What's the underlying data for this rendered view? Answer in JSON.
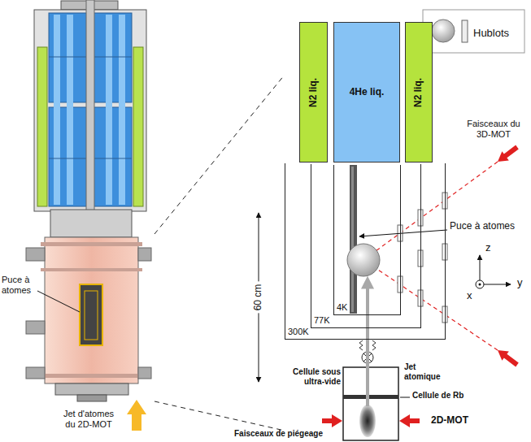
{
  "diagram": {
    "nodes": [
      {
        "text": [
          "N2 liq."
        ]
      },
      {
        "text": [
          "4He liq."
        ]
      },
      {
        "text": [
          "N2 liq."
        ]
      },
      {
        "text": [
          "300K"
        ]
      },
      {
        "text": [
          "77K"
        ],
        "in": 3
      },
      {
        "text": [
          "4K"
        ],
        "in": 4
      }
    ],
    "labels": [
      "Faisceaux du 3D-MOT",
      "Puce à atomes",
      "Puce à atomes",
      "Jet d'atomes du 2D-MOT",
      "60 cm",
      "z",
      "y",
      "x",
      "Jet atomique",
      "Cellule sous ultra-vide",
      "Cellule de Rb",
      "Faisceaux de piégeage",
      "2D-MOT"
    ],
    "legend": [
      {
        "text": "Hublots"
      }
    ]
  }
}
